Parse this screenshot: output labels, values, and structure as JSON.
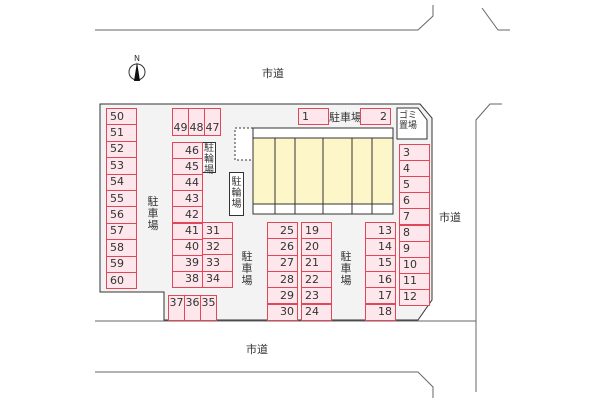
{
  "roads": {
    "north": "市道",
    "east": "市道",
    "south": "市道"
  },
  "compass": {
    "label": "N"
  },
  "labels": {
    "parking_left": "駐車場",
    "parking_center": "駐車場",
    "parking_right": "駐車場",
    "parking_top": "駐車場",
    "bicycle_1": "駐輪場",
    "bicycle_2": "駐輪場",
    "garbage": "ゴミ置場"
  },
  "stalls": {
    "left_column": [
      "50",
      "51",
      "52",
      "53",
      "54",
      "55",
      "56",
      "57",
      "58",
      "59",
      "60"
    ],
    "top_row": [
      "49",
      "48",
      "47"
    ],
    "column_46_38": [
      "46",
      "45",
      "44",
      "43",
      "42",
      "41",
      "40",
      "39",
      "38"
    ],
    "column_31_34": [
      "31",
      "32",
      "33",
      "34"
    ],
    "bottom_row": [
      "37",
      "36",
      "35"
    ],
    "column_25_30": [
      "25",
      "26",
      "27",
      "28",
      "29",
      "30"
    ],
    "column_19_24": [
      "19",
      "20",
      "21",
      "22",
      "23",
      "24"
    ],
    "column_13_18": [
      "13",
      "14",
      "15",
      "16",
      "17",
      "18"
    ],
    "right_column": [
      "3",
      "4",
      "5",
      "6",
      "7",
      "8",
      "9",
      "10",
      "11",
      "12"
    ],
    "top_single_1": "1",
    "top_single_2": "2"
  },
  "colors": {
    "stall_fill": "#fde6ec",
    "stall_border": "#e0485a",
    "building": "#fdf6c8",
    "lot": "#f3f3f3"
  }
}
